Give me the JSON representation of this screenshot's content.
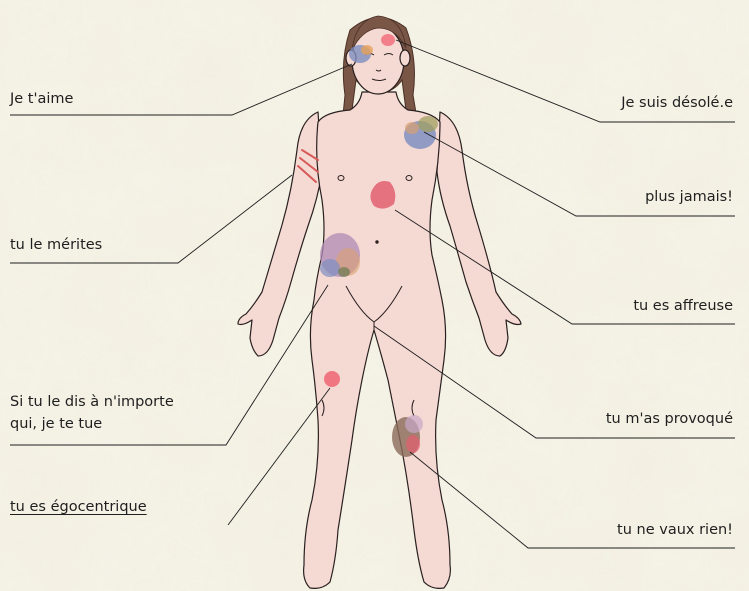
{
  "colors": {
    "background": "#f3f0e2",
    "skin": "#f5d9d3",
    "outline": "#2a2020",
    "hair": "#7a5646",
    "leader_line": "#1e1e1e"
  },
  "labels": {
    "je_taime": "Je t'aime",
    "je_suis_desole": "Je suis désolé.e",
    "plus_jamais": "plus jamais!",
    "tu_le_merites": "tu le mérites",
    "tu_es_affreuse": "tu es affreuse",
    "si_tu_le_dis_line1": "Si tu le dis à n'importe",
    "si_tu_le_dis_line2": "qui, je te tue",
    "tu_mas_provoque": "tu m'as provoqué",
    "tu_es_egocentrique": "tu es égocentrique",
    "tu_ne_vaux_rien": "tu ne vaux rien!"
  },
  "figure_icon": "female-body-outline",
  "bruise_icon": "bruise-blotch"
}
